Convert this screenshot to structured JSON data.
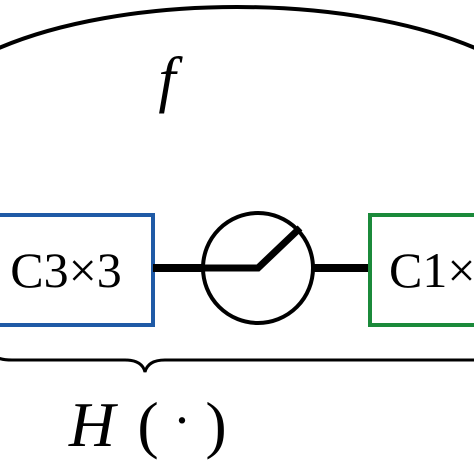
{
  "diagram": {
    "top_label": "f",
    "left_box_label": "C3×3",
    "right_box_label": "C1×",
    "bottom_label": {
      "H": "H",
      "paren_open": "(",
      "dot": "·",
      "paren_close": ")"
    }
  },
  "colors": {
    "left_box_border": "#1f5aa6",
    "right_box_border": "#1b8a3a",
    "lines": "#000000",
    "background": "#ffffff"
  }
}
